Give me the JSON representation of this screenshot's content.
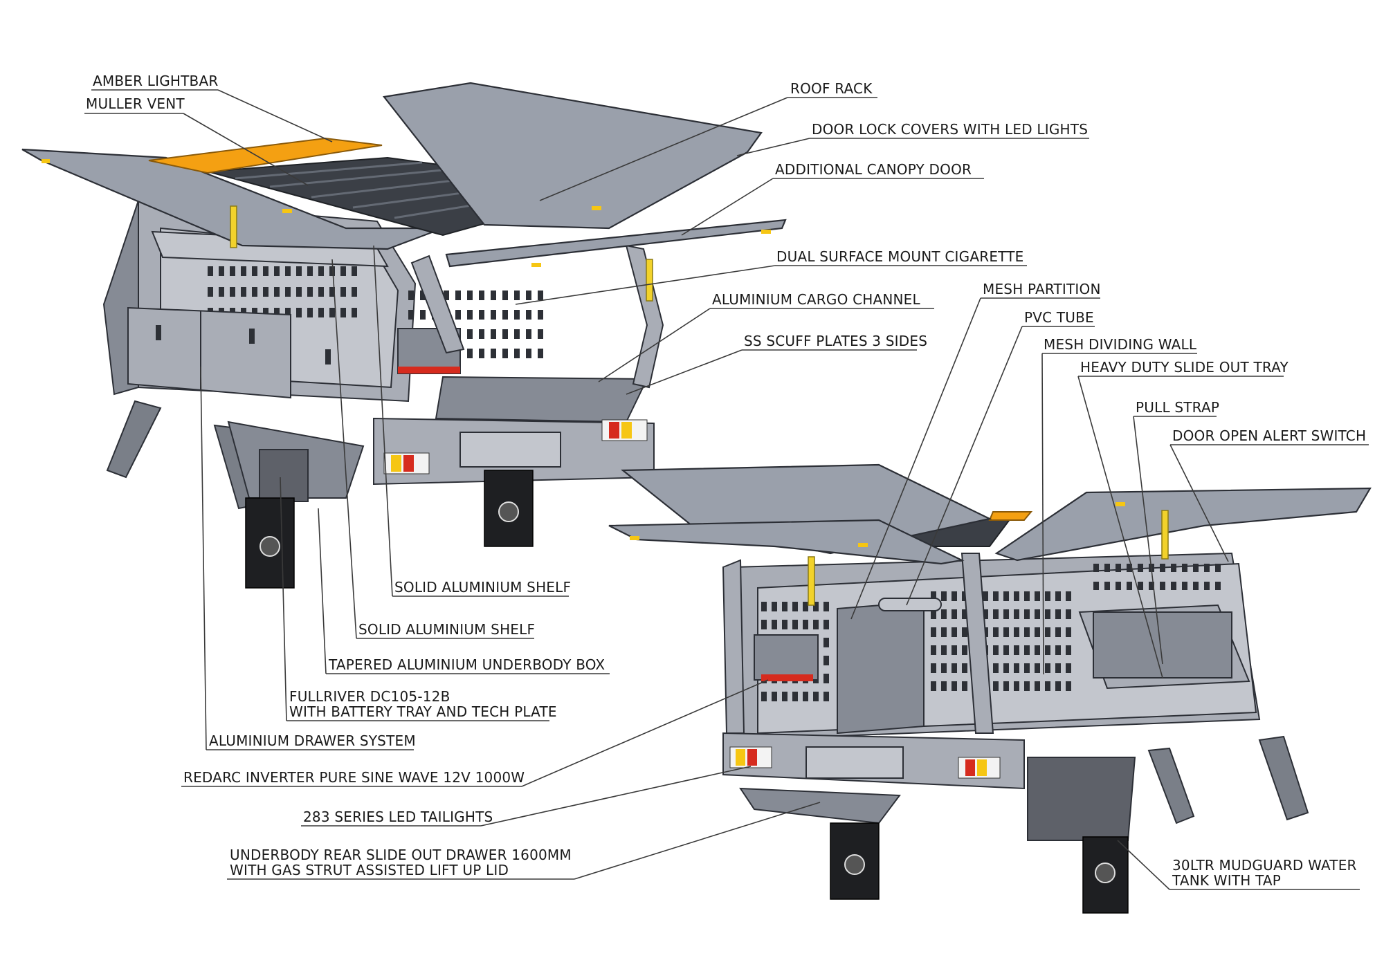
{
  "labels": {
    "amber_lightbar": "AMBER LIGHTBAR",
    "muller_vent": "MULLER VENT",
    "roof_rack": "ROOF RACK",
    "door_lock_covers": "DOOR LOCK COVERS WITH LED LIGHTS",
    "additional_canopy_door": "ADDITIONAL CANOPY DOOR",
    "dual_surface_mount": "DUAL SURFACE MOUNT CIGARETTE",
    "aluminium_cargo_channel": "ALUMINIUM CARGO CHANNEL",
    "ss_scuff_plates": "SS SCUFF PLATES 3 SIDES",
    "mesh_partition": "MESH PARTITION",
    "pvc_tube": "PVC TUBE",
    "mesh_dividing_wall": "MESH DIVIDING WALL",
    "heavy_duty_slide_out_tray": "HEAVY DUTY SLIDE OUT TRAY",
    "pull_strap": "PULL STRAP",
    "door_open_alert_switch": "DOOR OPEN ALERT SWITCH",
    "solid_aluminium_shelf_1": "SOLID ALUMINIUM SHELF",
    "solid_aluminium_shelf_2": "SOLID ALUMINIUM SHELF",
    "tapered_underbody_box": "TAPERED ALUMINIUM UNDERBODY BOX",
    "fullriver_line1": "FULLRIVER DC105-12B",
    "fullriver_line2": "WITH BATTERY TRAY AND TECH PLATE",
    "aluminium_drawer_system": "ALUMINIUM DRAWER SYSTEM",
    "redarc_inverter": "REDARC INVERTER PURE SINE WAVE 12V 1000W",
    "led_tailights": "283 SERIES LED TAILIGHTS",
    "underbody_drawer_line1": "UNDERBODY REAR SLIDE OUT DRAWER 1600MM",
    "underbody_drawer_line2": "WITH GAS STRUT ASSISTED LIFT UP LID",
    "water_tank_line1": "30LTR MUDGUARD WATER",
    "water_tank_line2": "TANK WITH TAP"
  },
  "colors": {
    "body": "#a9adb6",
    "lightbar": "#f4a012",
    "gas_strut": "#f2d22b",
    "tail_red": "#d62b1e"
  }
}
